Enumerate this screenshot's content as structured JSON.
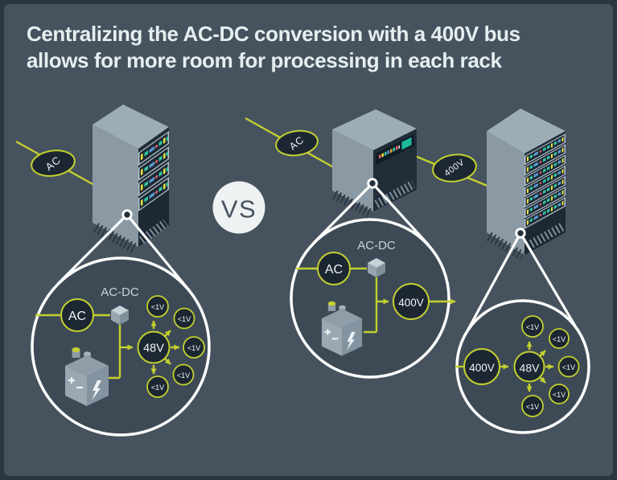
{
  "title": {
    "line1": "Centralizing the AC-DC conversion with a 400V bus",
    "line2": "allows for more room for processing in each rack"
  },
  "vs_label": "VS",
  "colors": {
    "background": "#46535f",
    "frame": "#2b3641",
    "magnifier_fill": "#3d4a56",
    "accent": "#c4d02e",
    "node_fill": "#1c2733",
    "white": "#fdfefe",
    "title_text": "#e6eef0",
    "screen_teal": "#1db89b"
  },
  "icons": {
    "battery": "battery-icon",
    "converter_cube": "ac-dc-converter-icon",
    "server_rack": "server-rack-icon",
    "magnifier": "magnifier-callout-icon"
  },
  "left_system": {
    "input_label": "AC",
    "detail": {
      "source_label": "AC",
      "converter_label": "AC-DC",
      "bus_label": "48V",
      "loads": [
        "<1V",
        "<1V",
        "<1V",
        "<1V",
        "<1V"
      ]
    }
  },
  "right_system": {
    "converter_unit": {
      "input_label": "AC",
      "detail": {
        "source_label": "AC",
        "converter_label": "AC-DC",
        "bus_label": "400V"
      }
    },
    "bus_label": "400V",
    "rack_detail": {
      "input_label": "400V",
      "bus_label": "48V",
      "loads": [
        "<1V",
        "<1V",
        "<1V",
        "<1V",
        "<1V"
      ]
    }
  }
}
